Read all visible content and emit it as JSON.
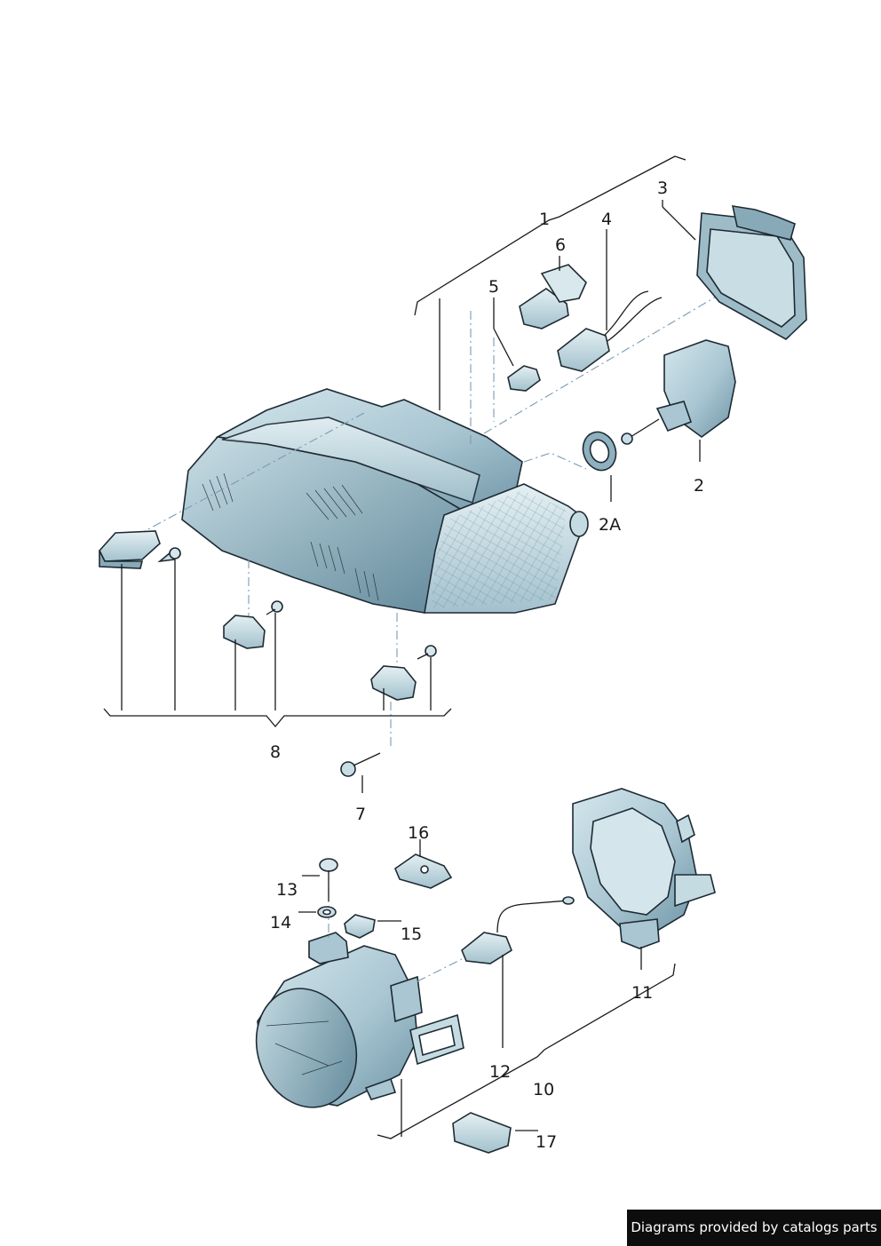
{
  "callouts": [
    "1",
    "2",
    "2A",
    "3",
    "4",
    "5",
    "6",
    "7",
    "8",
    "10",
    "11",
    "12",
    "13",
    "14",
    "15",
    "16",
    "17"
  ],
  "credit": "Diagrams provided by catalogs parts",
  "colors": {
    "part_fill": "#b9d3dc",
    "part_shade": "#7fa3b3",
    "outline": "#1e2a33",
    "leader": "#1a1a1a",
    "centerline": "#7a9cb0"
  }
}
